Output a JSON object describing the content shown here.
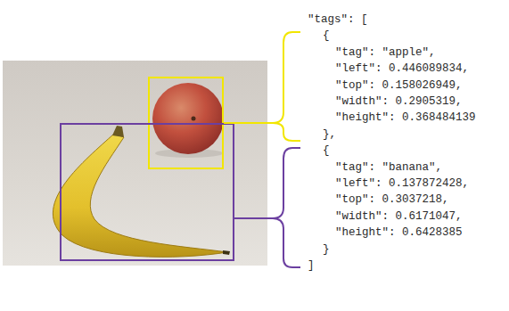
{
  "diagram": {
    "labels": [
      "\"tags\": [",
      "{",
      "\"tag\": \"apple\",",
      "\"left\": 0.446089834,",
      "\"top\": 0.158026949,",
      "\"width\": 0.2905319,",
      "\"height\": 0.368484139",
      "},",
      "{",
      "\"tag\": \"banana\",",
      "\"left\": 0.137872428,",
      "\"top\": 0.3037218,",
      "\"width\": 0.6171047,",
      "\"height\": 0.6428385",
      "}",
      "]"
    ]
  }
}
